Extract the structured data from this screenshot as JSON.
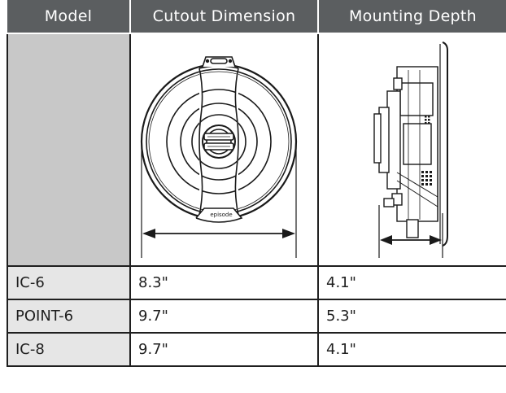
{
  "headers": {
    "model": "Model",
    "cutout": "Cutout Dimension",
    "depth": "Mounting Depth"
  },
  "logo_text": "episode",
  "rows": [
    {
      "model": "IC-6",
      "cutout": "8.3\"",
      "depth": "4.1\""
    },
    {
      "model": "POINT-6",
      "cutout": "9.7\"",
      "depth": "5.3\""
    },
    {
      "model": "IC-8",
      "cutout": "9.7\"",
      "depth": "4.1\""
    }
  ]
}
